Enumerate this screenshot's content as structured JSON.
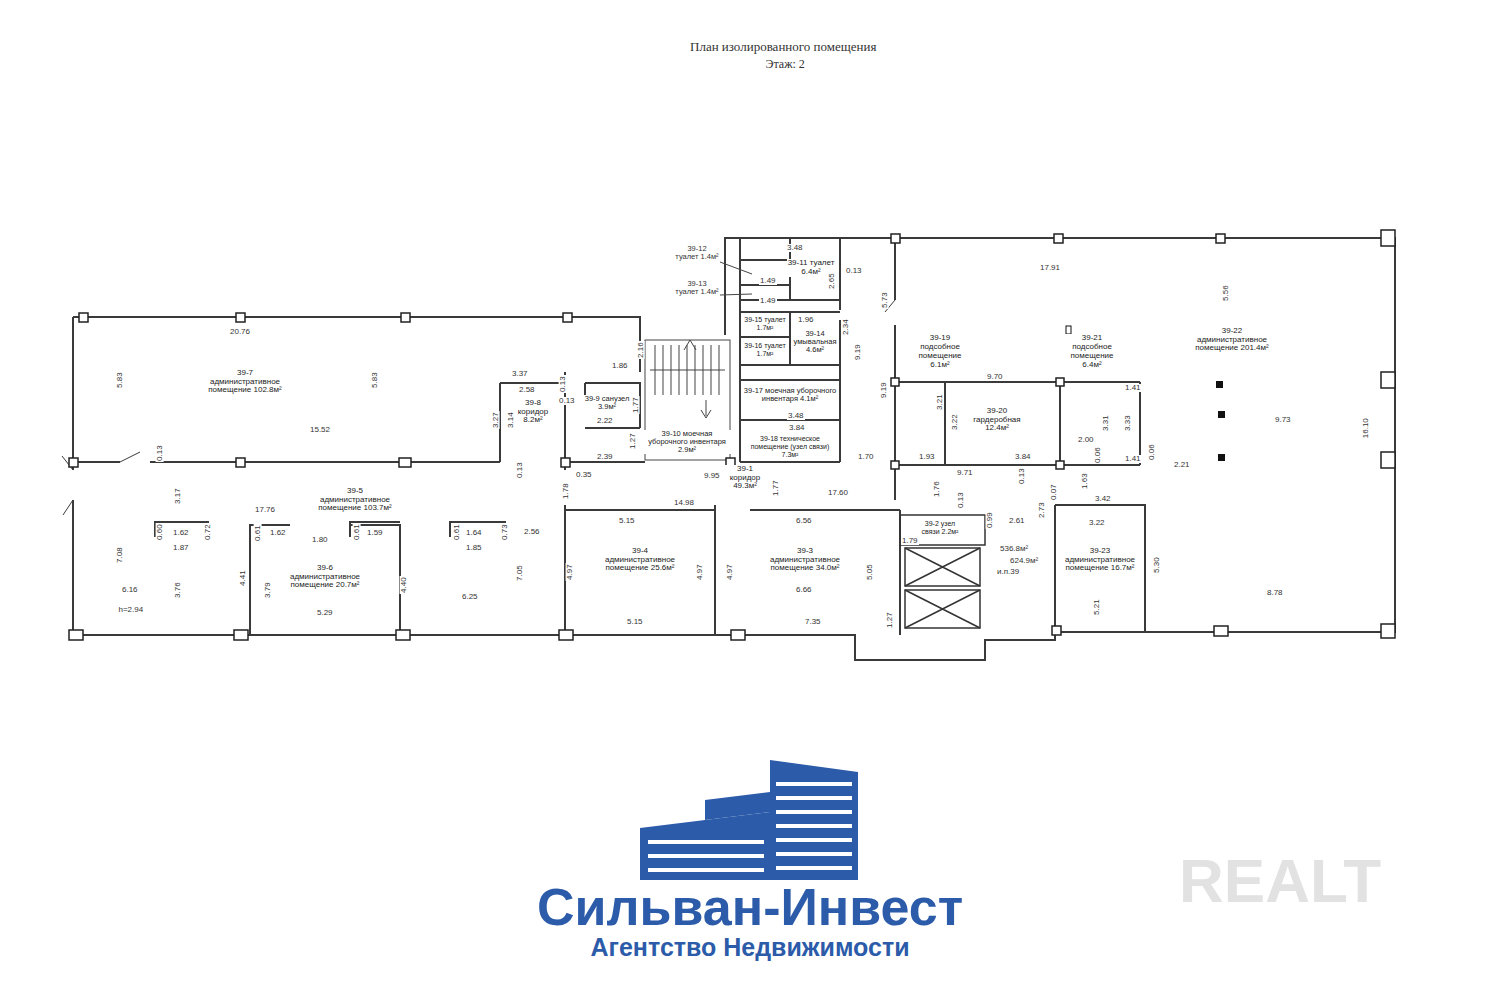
{
  "diagram": {
    "title": "План изолированного помещения",
    "nodes": [
      {
        "text": [
          "39-7 административное помещение 102.8м²"
        ]
      },
      {
        "text": [
          "39-5 административное помещение 103.7м²"
        ]
      },
      {
        "text": [
          "39-6 административное помещение 20.7м²"
        ],
        "in": 1
      },
      {
        "text": [
          "39-8 коридор 8.2м²"
        ]
      },
      {
        "text": [
          "39-9 санузел 3.9м²"
        ]
      },
      {
        "text": [
          "39-10 моечная уборочного инвентаря 2.9м²"
        ]
      },
      {
        "text": [
          "39-11 туалет 6.4м²"
        ]
      },
      {
        "text": [
          "39-15 туалет 1.7м²"
        ]
      },
      {
        "text": [
          "39-16 туалет 1.7м²"
        ]
      },
      {
        "text": [
          "39-14 умывальная 4.6м²"
        ]
      },
      {
        "text": [
          "39-17 моечная уборочного инвентаря 4.1м²"
        ]
      },
      {
        "text": [
          "39-18 техническое помещение (узел связи) 7.3м²"
        ]
      },
      {
        "text": [
          "39-1 коридор 49.3м²"
        ]
      },
      {
        "text": [
          "39-4 административное помещение 25.6м²"
        ]
      },
      {
        "text": [
          "39-3 административное помещение 34.0м²"
        ]
      },
      {
        "text": [
          "39-19 подсобное помещение 6.1м²"
        ]
      },
      {
        "text": [
          "39-20 гардеробная 12.4м²"
        ]
      },
      {
        "text": [
          "39-21 подсобное помещение 6.4м²"
        ]
      },
      {
        "text": [
          "39-22 административное помещение 201.4м²"
        ]
      },
      {
        "text": [
          "39-23 административное помещение 16.7м²"
        ]
      },
      {
        "text": [
          "39-2 узел связи 2.2м²"
        ]
      }
    ],
    "labels": [
      "Этаж: 2",
      "39-12 туалет 1.4м²",
      "39-13 туалет 1.4м²",
      "3.48",
      "1.49",
      "1.49",
      "0.13",
      "2.65",
      "1.96",
      "2.34",
      "9.19",
      "3.48",
      "3.84",
      "5.73",
      "9.19",
      "1.70",
      "2.16",
      "1.86",
      "3.37",
      "2.58",
      "0.13",
      "0.13",
      "1.77",
      "2.22",
      "3.27",
      "3.14",
      "1.27",
      "2.39",
      "0.13",
      "0.35",
      "1.78",
      "0.13",
      "3.17",
      "17.76",
      "0.60",
      "1.62",
      "0.72",
      "1.87",
      "0.61",
      "1.62",
      "1.80",
      "0.61",
      "1.59",
      "0.61",
      "1.64",
      "0.73",
      "1.85",
      "2.56",
      "7.08",
      "6.16",
      "3.76",
      "h=2.94",
      "4.41",
      "3.79",
      "5.29",
      "4.40",
      "6.25",
      "7.05",
      "20.76",
      "5.83",
      "5.83",
      "15.52",
      "5.15",
      "4.97",
      "4.97",
      "5.15",
      "14.98",
      "9.95",
      "1.77",
      "17.60",
      "6.56",
      "4.97",
      "6.66",
      "5.05",
      "7.35",
      "1.27",
      "17.91",
      "5.56",
      "9.70",
      "3.21",
      "3.22",
      "1.93",
      "9.71",
      "3.84",
      "0.13",
      "2.00",
      "1.41",
      "3.31",
      "3.33",
      "0.06",
      "1.41",
      "0.06",
      "2.21",
      "9.73",
      "16.10",
      "1.63",
      "3.42",
      "0.07",
      "2.73",
      "2.61",
      "0.99",
      "1.76",
      "0.13",
      "1.79",
      "3.22",
      "5.30",
      "5.21",
      "8.78",
      "536.8м²",
      "624.9м²",
      "и.п.39",
      "Сильван-Инвест",
      "Агентство Недвижимости",
      "REALT"
    ]
  }
}
